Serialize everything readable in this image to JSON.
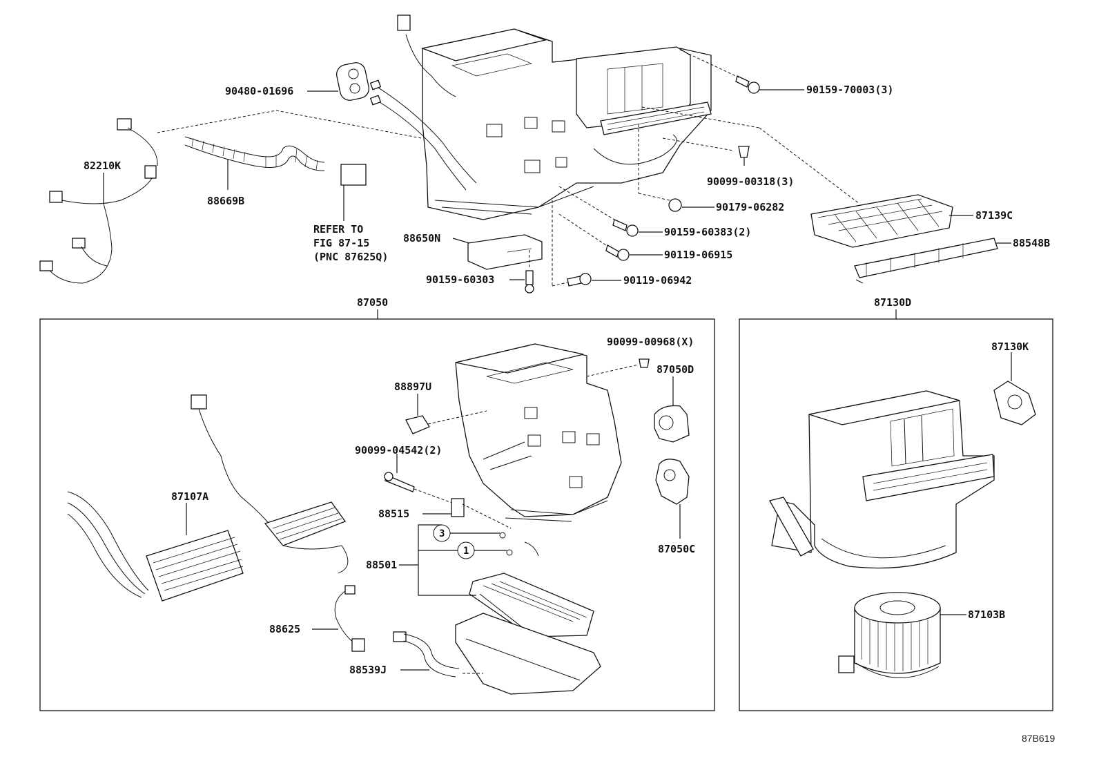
{
  "figure_code": "87B619",
  "labels": {
    "p90480_01696": "90480-01696",
    "p90159_70003": "90159-70003(3)",
    "p82210K": "82210K",
    "p88669B": "88669B",
    "refer_line1": "REFER TO",
    "refer_line2": "FIG 87-15",
    "refer_line3": "(PNC 87625Q)",
    "p90099_00318": "90099-00318(3)",
    "p90179_06282": "90179-06282",
    "p87139C": "87139C",
    "p88650N": "88650N",
    "p90159_60383": "90159-60383(2)",
    "p88548B": "88548B",
    "p90119_06915": "90119-06915",
    "p90159_60303": "90159-60303",
    "p90119_06942": "90119-06942",
    "p87050": "87050",
    "p87130D": "87130D",
    "p90099_00968": "90099-00968(X)",
    "p87050D": "87050D",
    "p88897U": "88897U",
    "p87130K": "87130K",
    "p90099_04542": "90099-04542(2)",
    "p87107A": "87107A",
    "p88515": "88515",
    "p87050C": "87050C",
    "p88501": "88501",
    "callout_3": "3",
    "callout_1": "1",
    "p88625": "88625",
    "p87103B": "87103B",
    "p88539J": "88539J"
  }
}
